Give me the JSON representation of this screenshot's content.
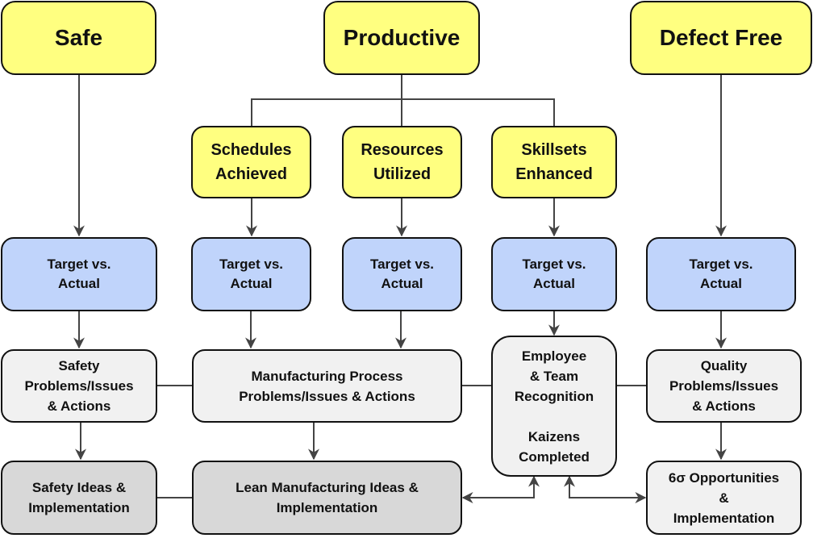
{
  "colors": {
    "goal": "#ffff80",
    "measure": "#c0d4fb",
    "problem": "#f1f1f1",
    "improvement": "#d8d8d8",
    "connector": "#444444"
  },
  "goals": {
    "safe": "Safe",
    "productive": "Productive",
    "defect_free": "Defect Free"
  },
  "sub_goals": {
    "schedules": [
      "Schedules",
      "Achieved"
    ],
    "resources": [
      "Resources",
      "Utilized"
    ],
    "skillsets": [
      "Skillsets",
      "Enhanced"
    ]
  },
  "measures": {
    "label": [
      "Target vs.",
      "Actual"
    ]
  },
  "problems": {
    "safety": [
      "Safety",
      "Problems/Issues",
      "& Actions"
    ],
    "manufacturing": [
      "Manufacturing Process",
      "Problems/Issues & Actions"
    ],
    "employee": [
      "Employee",
      "& Team",
      "Recognition"
    ],
    "kaizens": [
      "Kaizens",
      "Completed"
    ],
    "quality": [
      "Quality",
      "Problems/Issues",
      "& Actions"
    ]
  },
  "improvements": {
    "safety": [
      "Safety Ideas &",
      "Implementation"
    ],
    "lean": [
      "Lean Manufacturing Ideas &",
      "Implementation"
    ],
    "six_sigma": [
      "6σ Opportunities",
      "&",
      "Implementation"
    ]
  }
}
